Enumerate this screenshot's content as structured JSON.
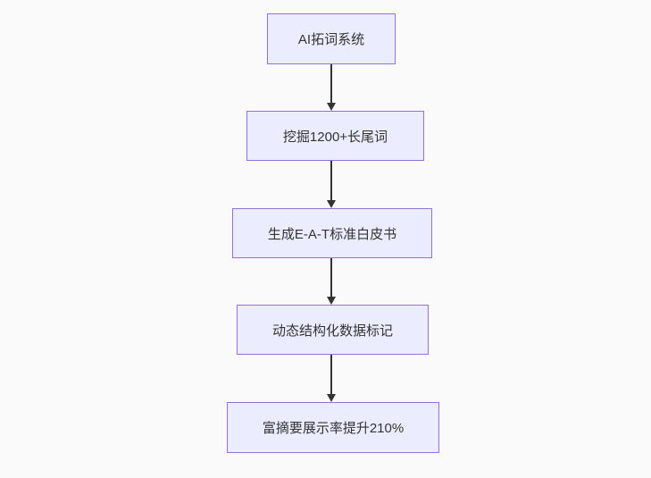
{
  "diagram": {
    "type": "flowchart",
    "direction": "top-down",
    "nodes": [
      {
        "id": "n1",
        "label": "AI拓词系统"
      },
      {
        "id": "n2",
        "label": "挖掘1200+长尾词"
      },
      {
        "id": "n3",
        "label": "生成E-A-T标准白皮书"
      },
      {
        "id": "n4",
        "label": "动态结构化数据标记"
      },
      {
        "id": "n5",
        "label": "富摘要展示率提升210%"
      }
    ],
    "edges": [
      {
        "from": "n1",
        "to": "n2",
        "style": "arrow-down"
      },
      {
        "from": "n2",
        "to": "n3",
        "style": "arrow-down"
      },
      {
        "from": "n3",
        "to": "n4",
        "style": "arrow-down"
      },
      {
        "from": "n4",
        "to": "n5",
        "style": "arrow-down"
      }
    ],
    "colors": {
      "node_fill": "#ECECFF",
      "node_border": "#9370DB",
      "arrow": "#333333",
      "text": "#333333",
      "background": "#FAFAFA"
    }
  }
}
